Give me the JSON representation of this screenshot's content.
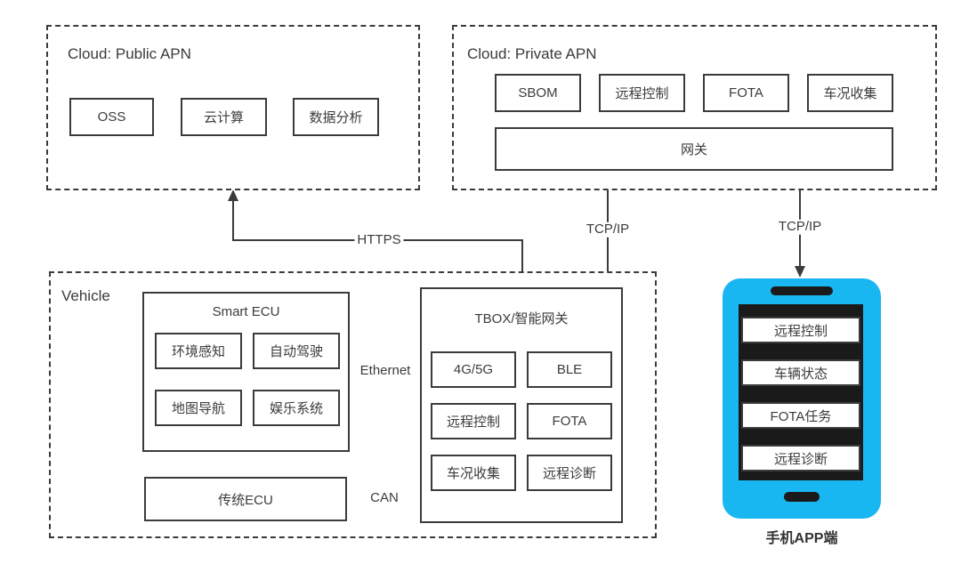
{
  "public_apn": {
    "title": "Cloud: Public APN",
    "boxes": [
      "OSS",
      "云计算",
      "数据分析"
    ]
  },
  "private_apn": {
    "title": "Cloud: Private APN",
    "boxes": [
      "SBOM",
      "远程控制",
      "FOTA",
      "车况收集"
    ],
    "gateway": "网关"
  },
  "vehicle": {
    "title": "Vehicle",
    "smart_ecu": {
      "title": "Smart ECU",
      "boxes": [
        "环境感知",
        "自动驾驶",
        "地图导航",
        "娱乐系统"
      ]
    },
    "legacy_ecu": "传统ECU",
    "tbox": {
      "title": "TBOX/智能网关",
      "boxes": [
        "4G/5G",
        "BLE",
        "远程控制",
        "FOTA",
        "车况收集",
        "远程诊断"
      ]
    }
  },
  "phone": {
    "label": "手机APP端",
    "items": [
      "远程控制",
      "车辆状态",
      "FOTA任务",
      "远程诊断"
    ]
  },
  "connections": {
    "https": "HTTPS",
    "tcpip_left": "TCP/IP",
    "tcpip_right": "TCP/IP",
    "ethernet": "Ethernet",
    "can": "CAN"
  },
  "colors": {
    "line": "#3b3b3b",
    "phone_body": "#19b7f1"
  }
}
